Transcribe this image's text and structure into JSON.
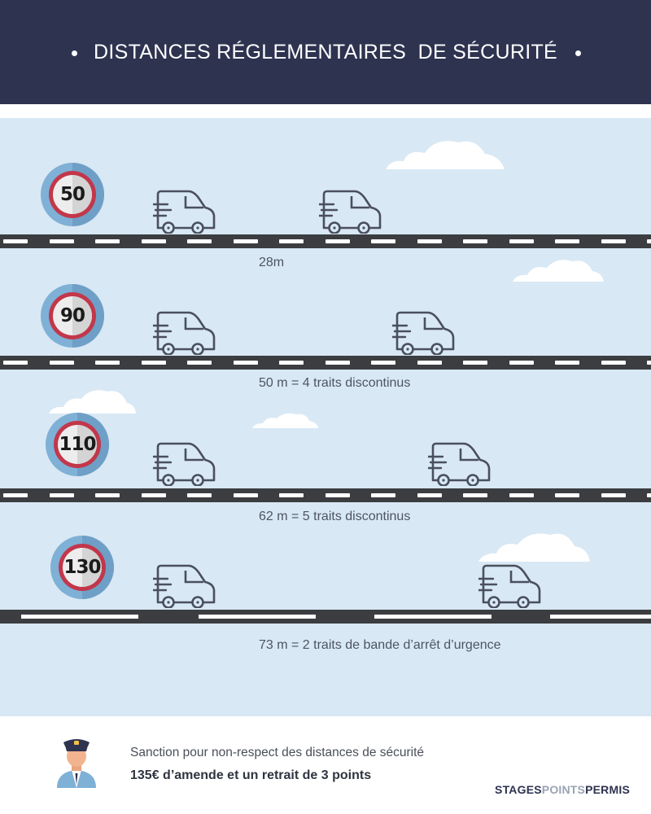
{
  "header": {
    "title": "DISTANCES RÉGLEMENTAIRES  DE SÉCURITÉ"
  },
  "rows": [
    {
      "speed": "50",
      "caption": "28m"
    },
    {
      "speed": "90",
      "caption": "50 m = 4 traits discontinus"
    },
    {
      "speed": "110",
      "caption": "62 m = 5 traits discontinus"
    },
    {
      "speed": "130",
      "caption": "73 m = 2 traits de bande d’arrêt d’urgence"
    }
  ],
  "footer": {
    "sanction_label": "Sanction pour non-respect des distances de sécurité",
    "sanction_value": "135€ d’amende et un retrait de 3 points",
    "brand_start": "STAGES",
    "brand_mid": "POINTS",
    "brand_end": "PERMIS"
  },
  "colors": {
    "header_bg": "#2e3350",
    "sky": "#d8e8f4",
    "road": "#3b3d40",
    "sign_ring": "#c2374a",
    "sign_disc": "#7fb0d6"
  },
  "icons": [
    "speed-limit-sign",
    "van-icon",
    "cloud",
    "police-officer-icon"
  ]
}
